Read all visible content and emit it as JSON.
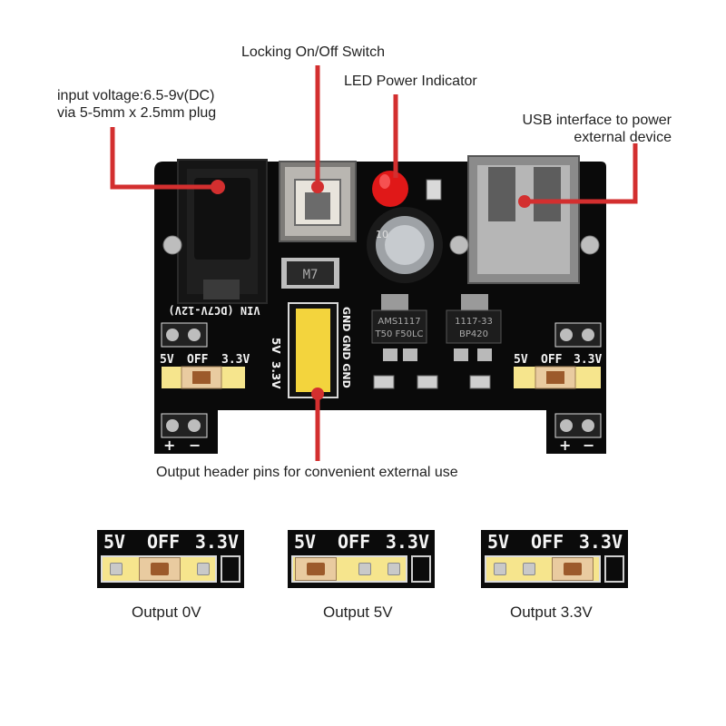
{
  "callouts": {
    "switch": "Locking On/Off Switch",
    "led": "LED Power Indicator",
    "input_line1": "input voltage:6.5-9v(DC)",
    "input_line2": "via 5-5mm x 2.5mm plug",
    "usb_line1": "USB interface to power",
    "usb_line2": "external device",
    "header": "Output header pins for convenient external use"
  },
  "board": {
    "vin": "VIN (DC7V-12V)",
    "left_sel": {
      "v5": "5V",
      "off": "OFF",
      "v33": "3.3V"
    },
    "right_sel": {
      "v5": "5V",
      "off": "OFF",
      "v33": "3.3V"
    },
    "header_5v": "5V",
    "header_33v": "3.3V",
    "header_gnd": "GND GND GND",
    "reg1_line1": "AMS1117",
    "reg1_line2": "T50 F50LC",
    "reg2_line1": "1117-33",
    "reg2_line2": "BP420",
    "diode": "M7",
    "cap": "10",
    "plus": "+",
    "minus": "−"
  },
  "selectors": [
    {
      "v5": "5V",
      "off": "OFF",
      "v33": "3.3V",
      "caption": "Output 0V",
      "jumper": "off"
    },
    {
      "v5": "5V",
      "off": "OFF",
      "v33": "3.3V",
      "caption": "Output 5V",
      "jumper": "5v"
    },
    {
      "v5": "5V",
      "off": "OFF",
      "v33": "3.3V",
      "caption": "Output 3.3V",
      "jumper": "3v3"
    }
  ],
  "colors": {
    "pcb": "#0a0a0a",
    "callout_line": "#d32f2f",
    "silk": "#f2f2f2",
    "header": "#f3d43d",
    "led": "#e01818"
  }
}
